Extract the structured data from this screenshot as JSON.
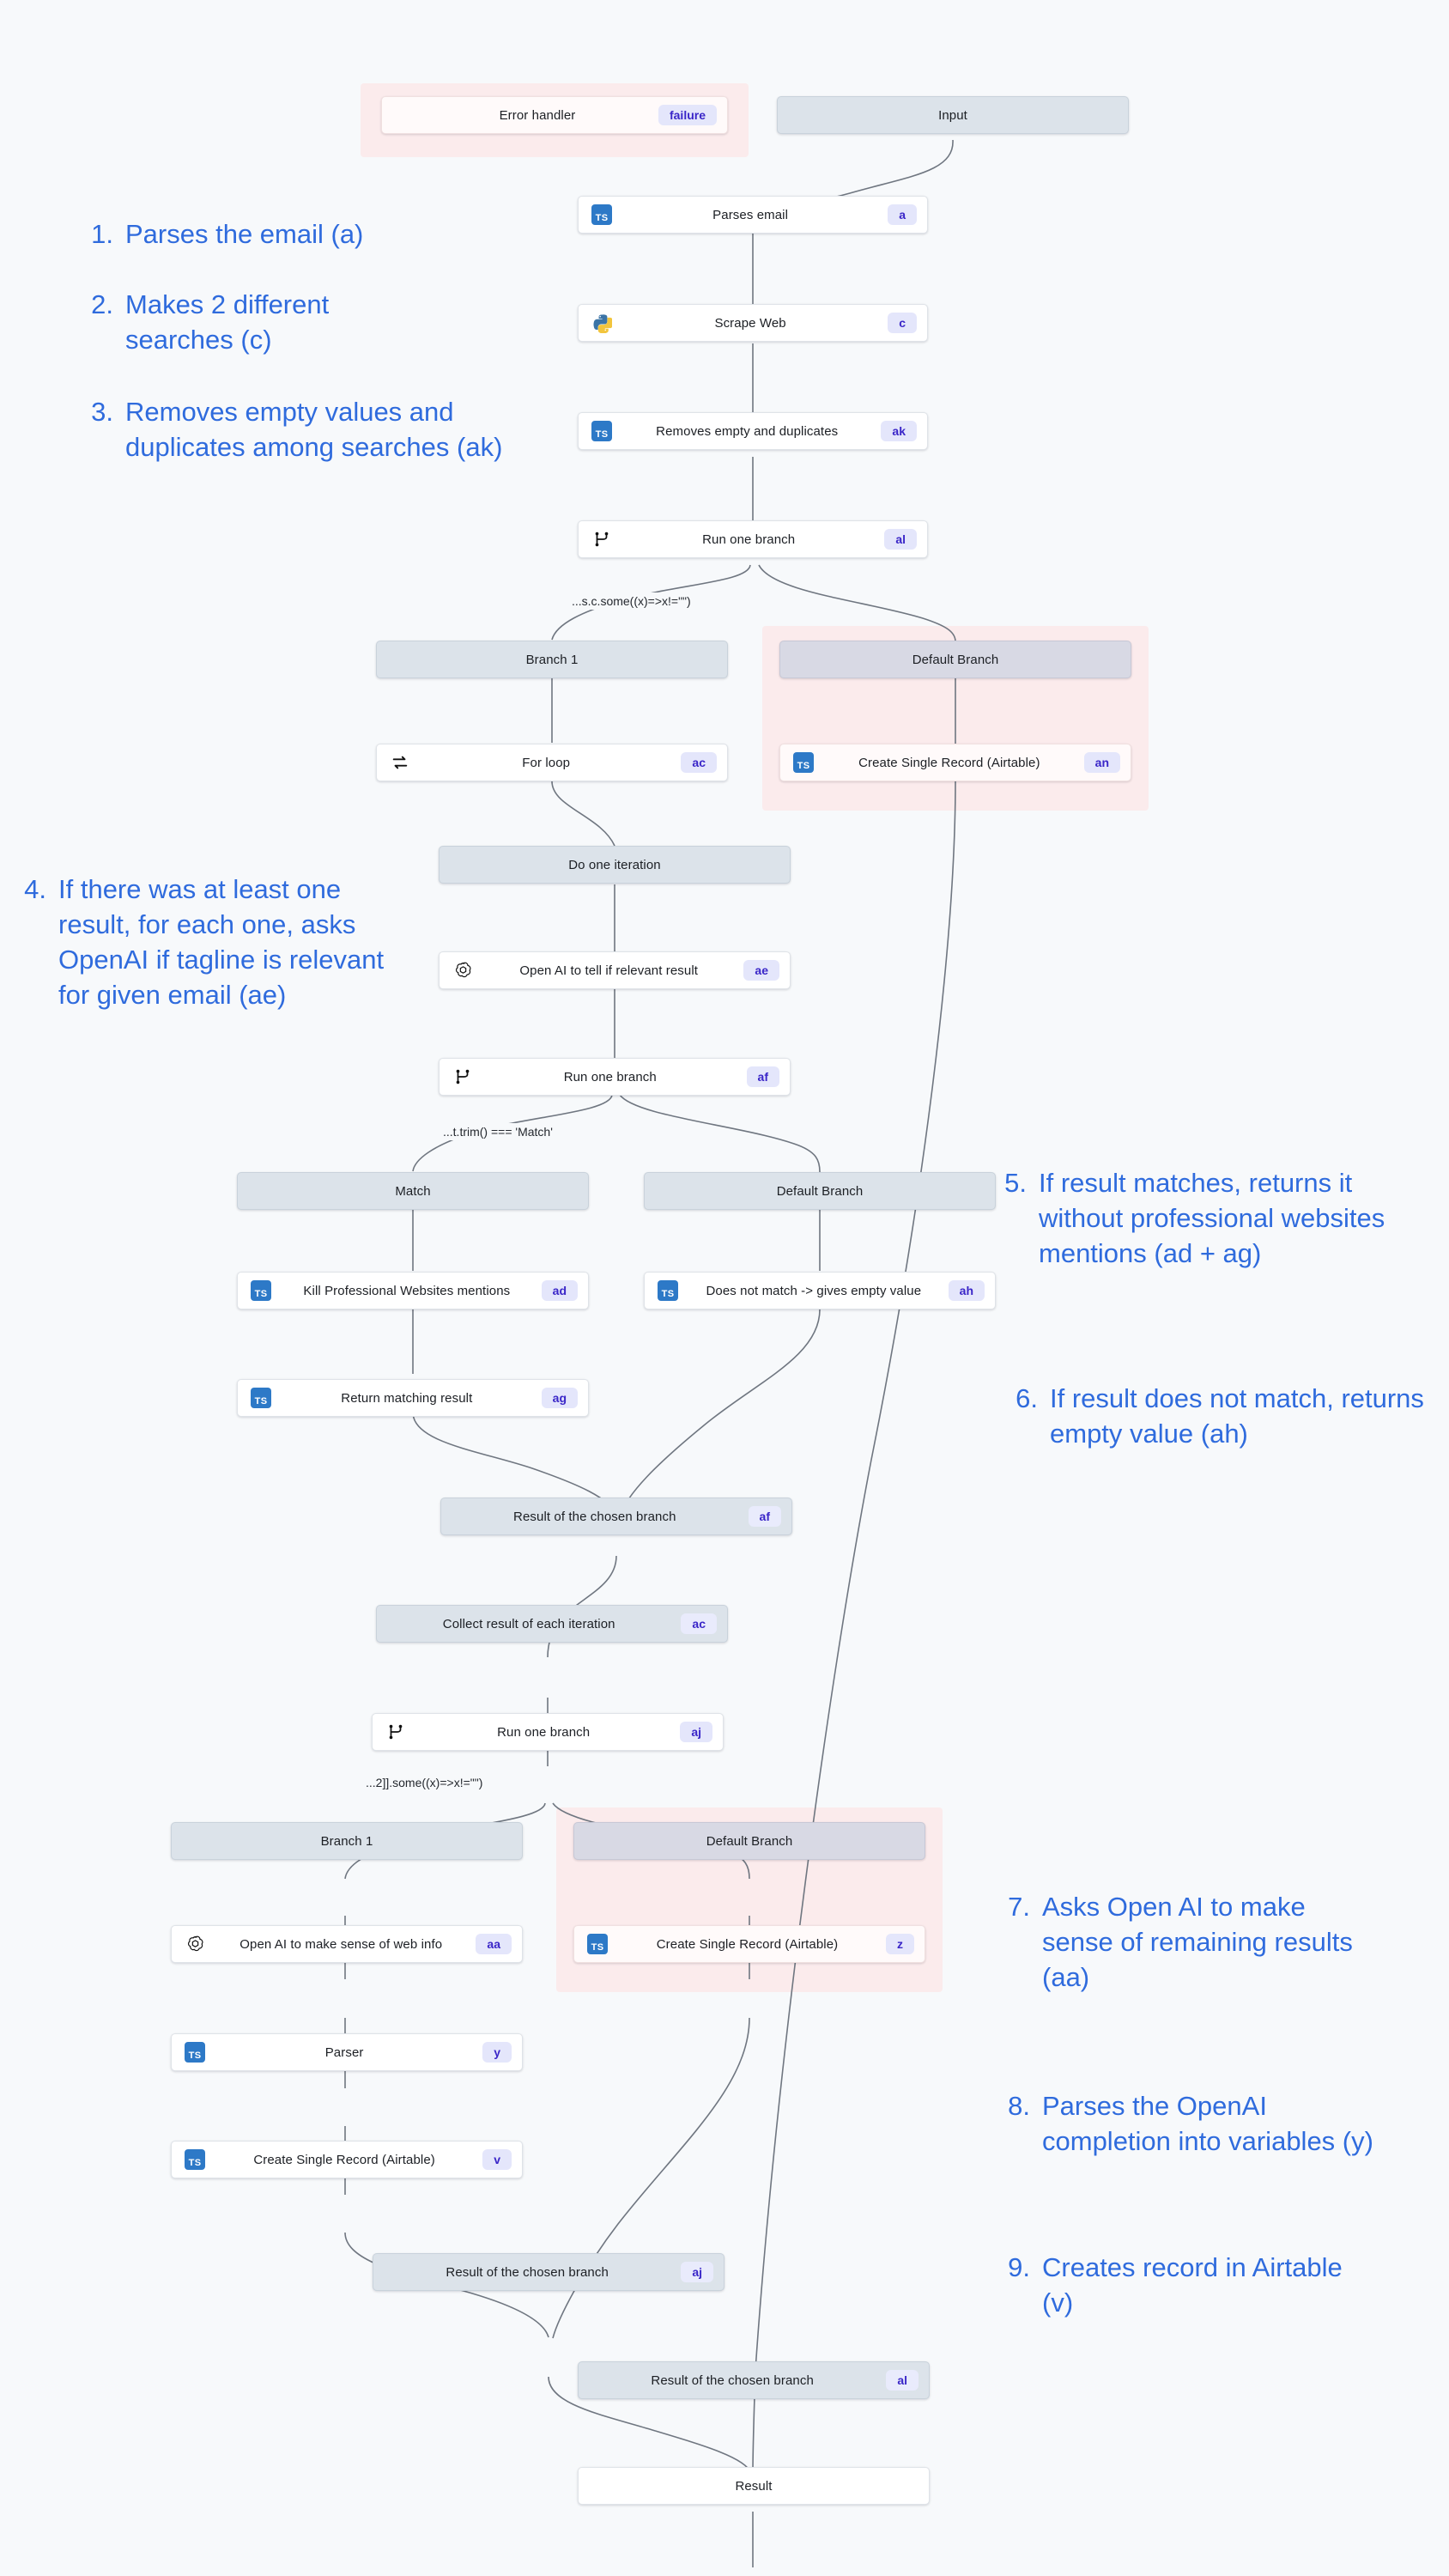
{
  "diagram": {
    "title": "Email scraping and Airtable enrichment workflow",
    "background_color": "#f7f9fb",
    "accent_color": "#2f6bdd",
    "badge_color": "#3a26c8",
    "error_region_color": "#fbe9e9"
  },
  "nodes": [
    {
      "id": "error-handler",
      "label": "Error handler",
      "badge": "failure",
      "icon": "none",
      "style": "in-red-region"
    },
    {
      "id": "input",
      "label": "Input",
      "badge": "",
      "icon": "none",
      "style": "grey"
    },
    {
      "id": "parses-email",
      "label": "Parses email",
      "badge": "a",
      "icon": "typescript-icon",
      "style": "white"
    },
    {
      "id": "scrape-web",
      "label": "Scrape Web",
      "badge": "c",
      "icon": "python-icon",
      "style": "white"
    },
    {
      "id": "removes-empty",
      "label": "Removes empty and duplicates",
      "badge": "ak",
      "icon": "typescript-icon",
      "style": "white"
    },
    {
      "id": "run-one-branch-al",
      "label": "Run one branch",
      "badge": "al",
      "icon": "branch-icon",
      "style": "white"
    },
    {
      "id": "branch-1-top",
      "label": "Branch 1",
      "badge": "",
      "icon": "none",
      "style": "grey"
    },
    {
      "id": "default-branch-top",
      "label": "Default Branch",
      "badge": "",
      "icon": "none",
      "style": "grey-dark"
    },
    {
      "id": "for-loop",
      "label": "For loop",
      "badge": "ac",
      "icon": "loop-icon",
      "style": "white"
    },
    {
      "id": "create-record-an",
      "label": "Create Single Record (Airtable)",
      "badge": "an",
      "icon": "typescript-icon",
      "style": "in-red-region"
    },
    {
      "id": "do-one-iteration",
      "label": "Do one iteration",
      "badge": "",
      "icon": "none",
      "style": "grey"
    },
    {
      "id": "openai-relevant",
      "label": "Open AI to tell if relevant result",
      "badge": "ae",
      "icon": "openai-icon",
      "style": "white"
    },
    {
      "id": "run-one-branch-af",
      "label": "Run one branch",
      "badge": "af",
      "icon": "branch-icon",
      "style": "white"
    },
    {
      "id": "match-branch",
      "label": "Match",
      "badge": "",
      "icon": "none",
      "style": "grey"
    },
    {
      "id": "default-branch-mid",
      "label": "Default Branch",
      "badge": "",
      "icon": "none",
      "style": "grey"
    },
    {
      "id": "kill-mentions",
      "label": "Kill Professional Websites mentions",
      "badge": "ad",
      "icon": "typescript-icon",
      "style": "white"
    },
    {
      "id": "does-not-match",
      "label": "Does not match -> gives empty value",
      "badge": "ah",
      "icon": "typescript-icon",
      "style": "white"
    },
    {
      "id": "return-matching",
      "label": "Return matching result",
      "badge": "ag",
      "icon": "typescript-icon",
      "style": "white"
    },
    {
      "id": "result-chosen-af",
      "label": "Result of the chosen branch",
      "badge": "af",
      "icon": "none",
      "style": "grey"
    },
    {
      "id": "collect-result",
      "label": "Collect result of each iteration",
      "badge": "ac",
      "icon": "none",
      "style": "grey"
    },
    {
      "id": "run-one-branch-aj",
      "label": "Run one branch",
      "badge": "aj",
      "icon": "branch-icon",
      "style": "white"
    },
    {
      "id": "branch-1-bottom",
      "label": "Branch 1",
      "badge": "",
      "icon": "none",
      "style": "grey"
    },
    {
      "id": "default-branch-bottom",
      "label": "Default Branch",
      "badge": "",
      "icon": "none",
      "style": "grey-dark"
    },
    {
      "id": "openai-web-info",
      "label": "Open AI to make sense of web info",
      "badge": "aa",
      "icon": "openai-icon",
      "style": "white"
    },
    {
      "id": "create-record-z",
      "label": "Create Single Record (Airtable)",
      "badge": "z",
      "icon": "typescript-icon",
      "style": "in-red-region"
    },
    {
      "id": "parser",
      "label": "Parser",
      "badge": "y",
      "icon": "typescript-icon",
      "style": "white"
    },
    {
      "id": "create-record-v",
      "label": "Create Single Record (Airtable)",
      "badge": "v",
      "icon": "typescript-icon",
      "style": "white"
    },
    {
      "id": "result-chosen-aj",
      "label": "Result of the chosen branch",
      "badge": "aj",
      "icon": "none",
      "style": "grey"
    },
    {
      "id": "result-chosen-al",
      "label": "Result of the chosen branch",
      "badge": "al",
      "icon": "none",
      "style": "grey"
    },
    {
      "id": "result",
      "label": "Result",
      "badge": "",
      "icon": "none",
      "style": "white"
    }
  ],
  "conditions": [
    {
      "id": "cond-al",
      "text": "...s.c.some((x)=>x!=\"\")"
    },
    {
      "id": "cond-af",
      "text": "...t.trim() === 'Match'"
    },
    {
      "id": "cond-aj",
      "text": "...2]].some((x)=>x!=\"\")"
    }
  ],
  "annotations": [
    {
      "num": "1.",
      "text": "Parses the email (a)"
    },
    {
      "num": "2.",
      "text": "Makes 2 different searches (c)"
    },
    {
      "num": "3.",
      "text": "Removes empty values and duplicates among searches (ak)"
    },
    {
      "num": "4.",
      "text": "If there was at least one result, for each one, asks OpenAI if tagline is relevant for given email (ae)"
    },
    {
      "num": "5.",
      "text": "If result matches, returns it without professional websites mentions (ad + ag)"
    },
    {
      "num": "6.",
      "text": "If result does not match, returns empty value (ah)"
    },
    {
      "num": "7.",
      "text": "Asks Open AI to make sense of remaining results (aa)"
    },
    {
      "num": "8.",
      "text": "Parses the OpenAI completion into variables (y)"
    },
    {
      "num": "9.",
      "text": "Creates record in Airtable (v)"
    }
  ]
}
